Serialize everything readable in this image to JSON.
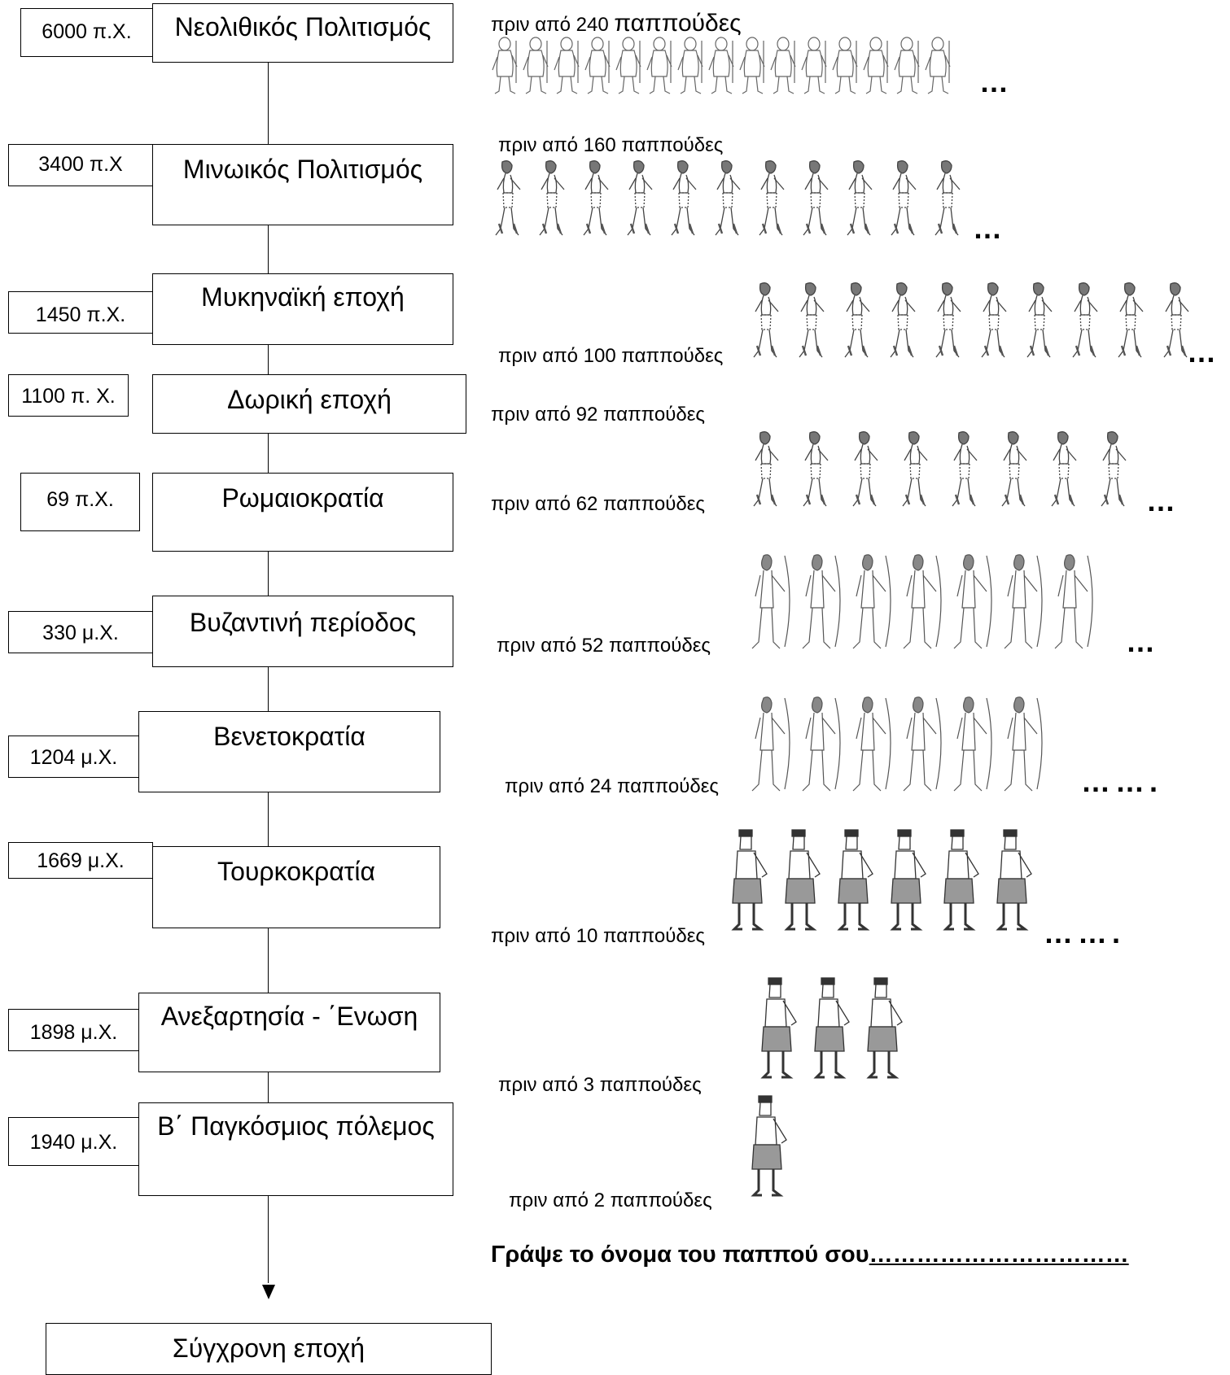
{
  "timeline": [
    {
      "date": "6000 π.Χ.",
      "era": "Νεολιθικός Πολιτισμός"
    },
    {
      "date": "3400 π.Χ",
      "era": "Μινωικός Πολιτισμός"
    },
    {
      "date": "1450 π.Χ.",
      "era": "Μυκηναϊκή εποχή"
    },
    {
      "date": "1100 π. Χ.",
      "era": "Δωρική εποχή"
    },
    {
      "date": "69 π.Χ.",
      "era": "Ρωμαιοκρατία"
    },
    {
      "date": "330 μ.Χ.",
      "era": "Βυζαντινή περίοδος"
    },
    {
      "date": "1204 μ.Χ.",
      "era": "Βενετοκρατία"
    },
    {
      "date": "1669 μ.Χ.",
      "era": "Τουρκοκρατία"
    },
    {
      "date": "1898 μ.Χ.",
      "era": "Ανεξαρτησία - ΄Ενωση"
    },
    {
      "date": "1940 μ.Χ.",
      "era": "Β΄ Παγκόσμιος πόλεμος"
    }
  ],
  "final_era": "Σύγχρονη εποχή",
  "ancestors": [
    {
      "label": "πριν από 240",
      "label_big": "παππούδες",
      "dots": "…"
    },
    {
      "label": "πριν από 160  παππούδες",
      "dots": "…"
    },
    {
      "label": "πριν από 100 παππούδες",
      "dots": "…"
    },
    {
      "label": "πριν από 92 παππούδες"
    },
    {
      "label": "πριν από 62 παππούδες",
      "dots": "…"
    },
    {
      "label": "πριν από 52 παππούδες",
      "dots": "…"
    },
    {
      "label": "πριν από 24 παππούδες",
      "dots": "……."
    },
    {
      "label": "πριν από 10 παππούδες",
      "dots": "……."
    },
    {
      "label": "πριν από 3 παππούδες"
    },
    {
      "label": "πριν από 2 παππούδες"
    }
  ],
  "prompt": {
    "text": "Γράψε το όνομα του παππού σου",
    "blank": "……………………………"
  },
  "figure_styles": {
    "neolithic": "caveman-figure-icon",
    "minoan": "minoan-figure-icon",
    "byzantine": "byzantine-archer-icon",
    "revolutionary": "revolutionary-fighter-icon"
  }
}
